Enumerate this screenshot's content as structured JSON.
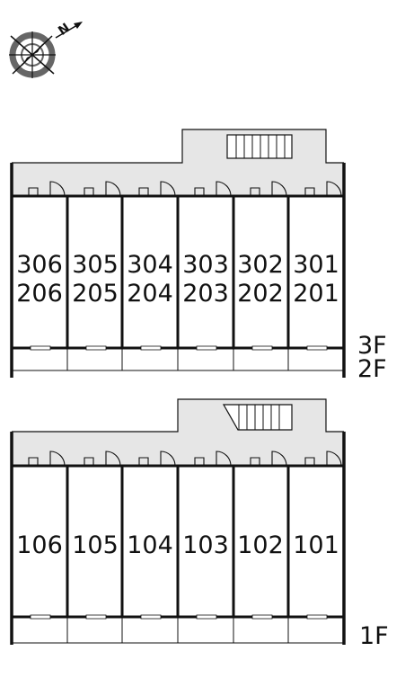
{
  "colors": {
    "corridor_fill": "#e6e6e6",
    "wall_stroke": "#111111",
    "background": "#ffffff"
  },
  "compass": {
    "icon": "north-compass-icon",
    "north_label": "N"
  },
  "upper_floors": {
    "floor_label_top": "3F",
    "floor_label_bottom": "2F",
    "units": [
      {
        "top": "306",
        "bottom": "206"
      },
      {
        "top": "305",
        "bottom": "205"
      },
      {
        "top": "304",
        "bottom": "204"
      },
      {
        "top": "303",
        "bottom": "203"
      },
      {
        "top": "302",
        "bottom": "202"
      },
      {
        "top": "301",
        "bottom": "201"
      }
    ]
  },
  "ground_floor": {
    "floor_label": "1F",
    "units": [
      {
        "number": "106"
      },
      {
        "number": "105"
      },
      {
        "number": "104"
      },
      {
        "number": "103"
      },
      {
        "number": "102"
      },
      {
        "number": "101"
      }
    ]
  }
}
